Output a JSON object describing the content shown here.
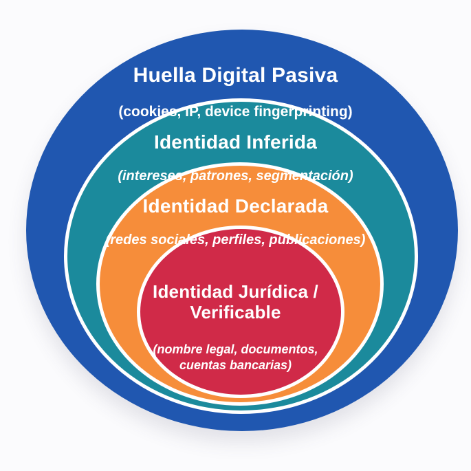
{
  "canvas_bg": "#fbfbfd",
  "ring_color": "#ffffff",
  "text_color": "#ffffff",
  "diagram": {
    "type": "nested-concentric-ellipses",
    "levels": [
      {
        "title": "Huella Digital Pasiva",
        "subtitle": "(cookies, IP, device fingerprinting)",
        "color": "#2057b0"
      },
      {
        "title": "Identidad Inferida",
        "subtitle": "(intereses, patrones, segmentación)",
        "color": "#1b8a9c"
      },
      {
        "title": "Identidad Declarada",
        "subtitle": "(redes sociales, perfiles, publicaciones)",
        "color": "#f68d3a"
      },
      {
        "title": "Identidad Jurídica /\nVerificable",
        "subtitle": "(nombre legal, documentos,\ncuentas bancarias)",
        "color": "#d02a48"
      }
    ]
  }
}
